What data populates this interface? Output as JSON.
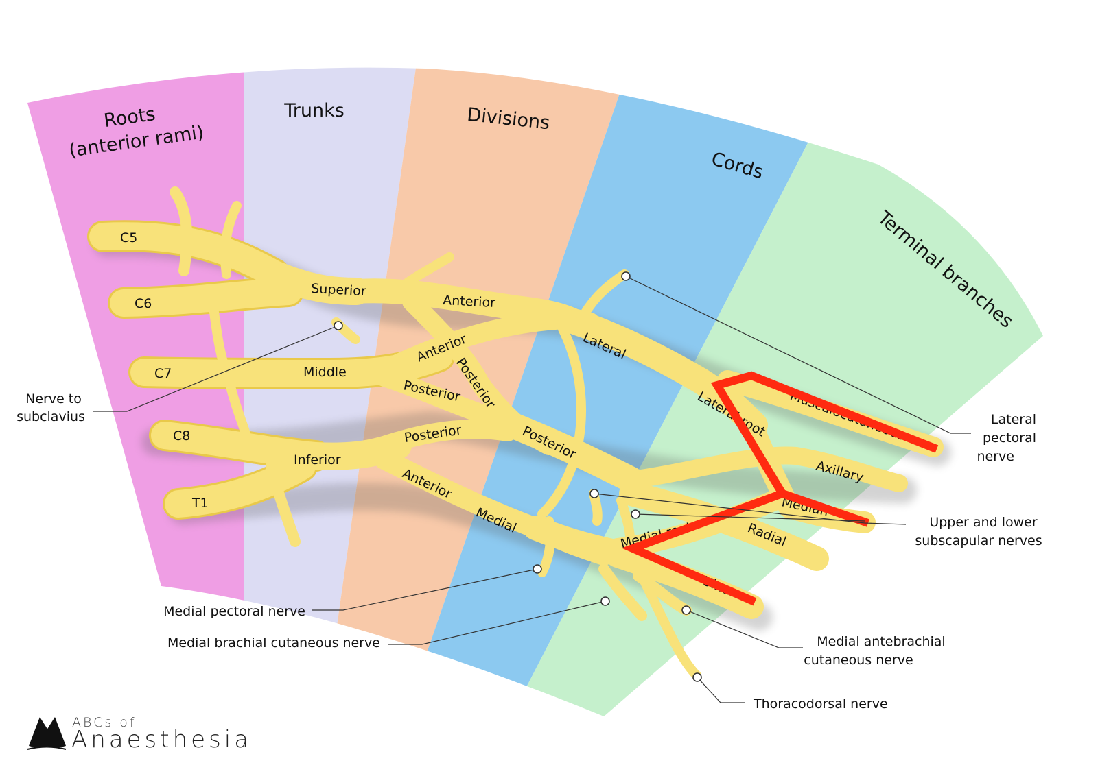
{
  "zones": [
    {
      "id": "roots",
      "title_lines": [
        "Roots",
        "(anterior rami)"
      ],
      "color": "#ef9ee4"
    },
    {
      "id": "trunks",
      "title_lines": [
        "Trunks"
      ],
      "color": "#dcdcf3"
    },
    {
      "id": "divisions",
      "title_lines": [
        "Divisions"
      ],
      "color": "#f8c9a9"
    },
    {
      "id": "cords",
      "title_lines": [
        "Cords"
      ],
      "color": "#8cc9f0"
    },
    {
      "id": "terminal",
      "title_lines": [
        "Terminal branches"
      ],
      "color": "#c5f0cc"
    }
  ],
  "roots": [
    "C5",
    "C6",
    "C7",
    "C8",
    "T1"
  ],
  "trunks": [
    "Superior",
    "Middle",
    "Inferior"
  ],
  "divisions": {
    "superior_anterior": "Anterior",
    "middle_anterior": "Anterior",
    "superior_posterior": "Posterior",
    "middle_posterior": "Posterior",
    "inferior_posterior": "Posterior",
    "inferior_anterior": "Anterior"
  },
  "cords": {
    "lateral": "Lateral",
    "posterior": "Posterior",
    "medial": "Medial"
  },
  "terminal_labels": {
    "lateral_root": "Lateral root",
    "medial_root": "Medial root",
    "musculocutaneous": "Musculocutaneous",
    "axillary": "Axillary",
    "median": "Median",
    "radial": "Radial",
    "ulnar": "Ulnar"
  },
  "callouts": {
    "nerve_to_subclavius": [
      "Nerve to",
      "subclavius"
    ],
    "lateral_pectoral": [
      "Lateral",
      "pectoral",
      "nerve"
    ],
    "subscapular": [
      "Upper and lower",
      "subscapular nerves"
    ],
    "medial_pectoral": [
      "Medial pectoral nerve"
    ],
    "medial_brachial": [
      "Medial brachial cutaneous nerve"
    ],
    "medial_antebrachial": [
      "Medial antebrachial",
      "cutaneous nerve"
    ],
    "thoracodorsal": [
      "Thoracodorsal nerve"
    ]
  },
  "highlight": {
    "name": "M-shaped terminal branches",
    "color": "#ff2a10"
  },
  "nerve_color": "#f8e27a",
  "logo": {
    "line1": "ABCs of",
    "line2": "Anaesthesia"
  }
}
